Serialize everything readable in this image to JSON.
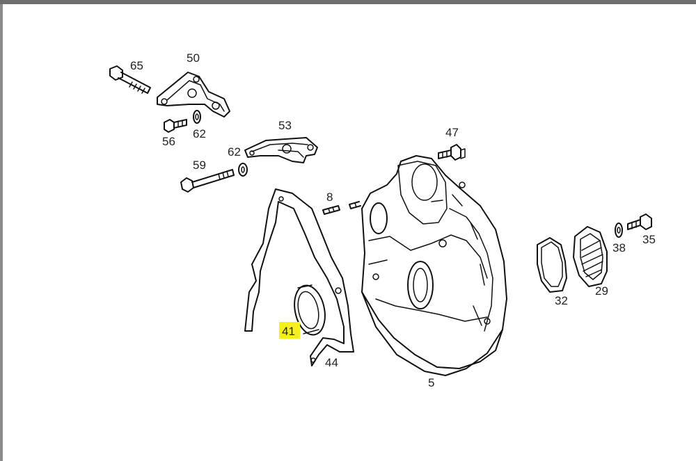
{
  "diagram": {
    "highlight_color": "#f5f019",
    "line_color": "#111111",
    "highlighted_part": "41",
    "labels": {
      "p65": "65",
      "p50": "50",
      "p56": "56",
      "p62a": "62",
      "p53": "53",
      "p62b": "62",
      "p59": "59",
      "p47": "47",
      "p8": "8",
      "p41": "41",
      "p44": "44",
      "p5": "5",
      "p32": "32",
      "p29": "29",
      "p38": "38",
      "p35": "35"
    }
  }
}
